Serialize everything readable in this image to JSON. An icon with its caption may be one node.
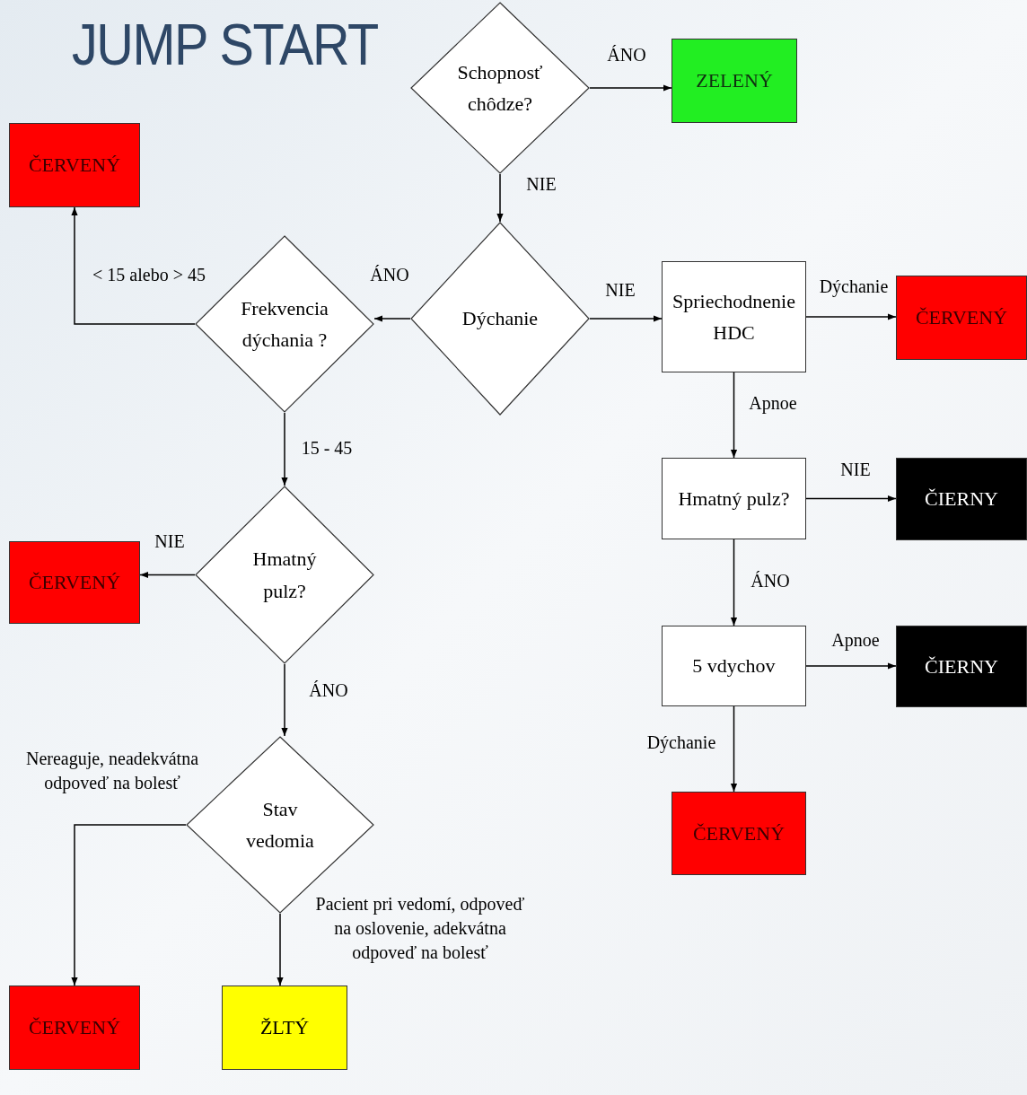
{
  "diagram": {
    "title": "JUMP START",
    "nodes": [
      {
        "text": [
          "Schopnosť chôdze?"
        ]
      },
      {
        "text": [
          "ZELENÝ"
        ]
      },
      {
        "text": [
          "ČERVENÝ"
        ]
      },
      {
        "text": [
          "Dýchanie"
        ]
      },
      {
        "text": [
          "Frekvencia dýchania ?"
        ]
      },
      {
        "text": [
          "Spriechodnenie HDC"
        ]
      },
      {
        "text": [
          "ČERVENÝ"
        ]
      },
      {
        "text": [
          "Hmatný pulz?"
        ]
      },
      {
        "text": [
          "ČIERNY"
        ]
      },
      {
        "text": [
          "Hmatný pulz?"
        ]
      },
      {
        "text": [
          "ČERVENÝ"
        ]
      },
      {
        "text": [
          "5 vdychov"
        ]
      },
      {
        "text": [
          "ČIERNY"
        ]
      },
      {
        "text": [
          "Stav vedomia"
        ]
      },
      {
        "text": [
          "ČERVENÝ"
        ]
      },
      {
        "text": [
          "ČERVENÝ"
        ]
      },
      {
        "text": [
          "ŽLTÝ"
        ]
      }
    ],
    "edges": [
      {
        "from": 0,
        "to": 1,
        "arrow": "to",
        "label": "ÁNO"
      },
      {
        "from": 0,
        "to": 3,
        "arrow": "to",
        "label": "NIE"
      },
      {
        "from": 3,
        "to": 4,
        "arrow": "to",
        "label": "ÁNO"
      },
      {
        "from": 3,
        "to": 5,
        "arrow": "to",
        "label": "NIE"
      },
      {
        "from": 4,
        "to": 2,
        "arrow": "to",
        "label": "< 15 alebo > 45"
      },
      {
        "from": 4,
        "to": 9,
        "arrow": "to",
        "label": "15 - 45"
      },
      {
        "from": 5,
        "to": 6,
        "arrow": "to",
        "label": "Dýchanie"
      },
      {
        "from": 5,
        "to": 7,
        "arrow": "to",
        "label": "Apnoe"
      },
      {
        "from": 7,
        "to": 8,
        "arrow": "to",
        "label": "NIE"
      },
      {
        "from": 7,
        "to": 11,
        "arrow": "to",
        "label": "ÁNO"
      },
      {
        "from": 11,
        "to": 12,
        "arrow": "to",
        "label": "Apnoe"
      },
      {
        "from": 11,
        "to": 14,
        "arrow": "to",
        "label": "Dýchanie"
      },
      {
        "from": 9,
        "to": 10,
        "arrow": "to",
        "label": "NIE"
      },
      {
        "from": 9,
        "to": 13,
        "arrow": "to",
        "label": "ÁNO"
      },
      {
        "from": 13,
        "to": 15,
        "arrow": "to",
        "label": "Nereaguje, neadekvátna odpoveď na bolesť"
      },
      {
        "from": 13,
        "to": 16,
        "arrow": "to",
        "label": "Pacient pri vedomí, odpoveď na oslovenie, adekvátna odpoveď na bolesť"
      }
    ]
  }
}
